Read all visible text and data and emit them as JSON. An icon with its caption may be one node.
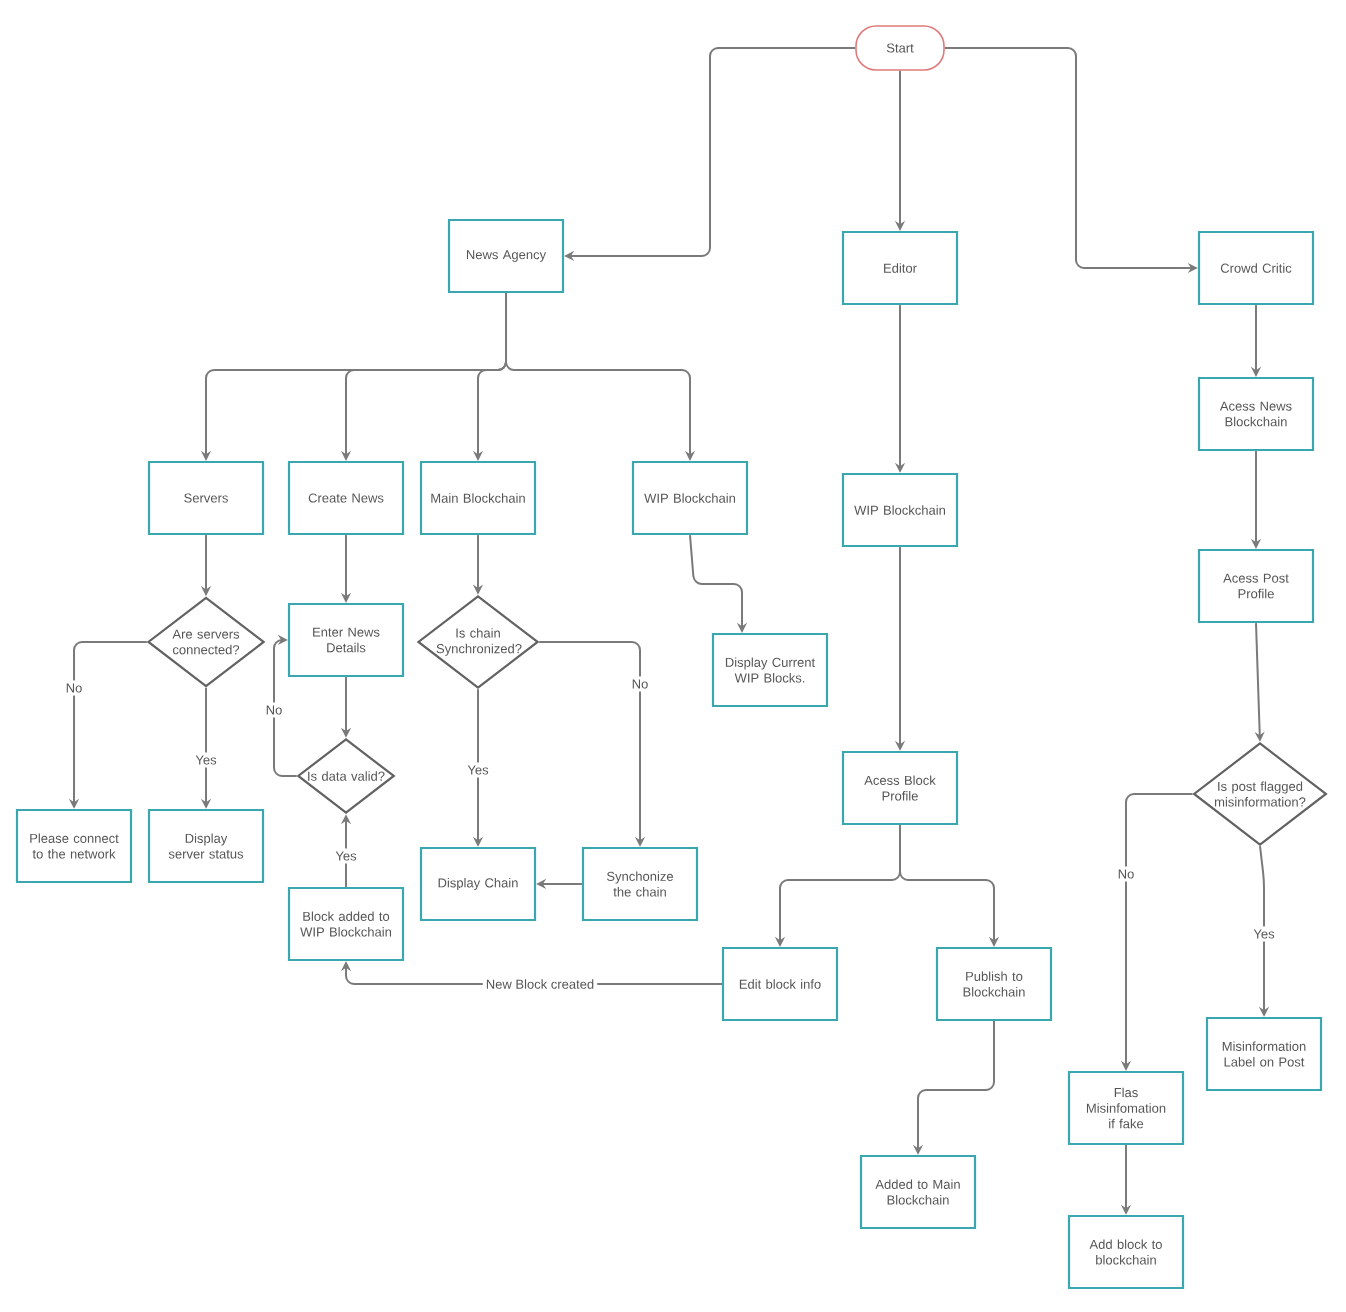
{
  "diagram": {
    "nodes": [
      {
        "text": [
          "Start"
        ]
      },
      {
        "text": [
          "News Agency"
        ]
      },
      {
        "text": [
          "Editor"
        ]
      },
      {
        "text": [
          "Crowd Critic"
        ]
      },
      {
        "text": [
          "Acess News Blockchain"
        ]
      },
      {
        "text": [
          "Servers"
        ]
      },
      {
        "text": [
          "Create News"
        ]
      },
      {
        "text": [
          "Main Blockchain"
        ]
      },
      {
        "text": [
          "WIP Blockchain"
        ]
      },
      {
        "text": [
          "WIP Blockchain"
        ]
      },
      {
        "text": [
          "Acess Post Profile"
        ]
      },
      {
        "text": [
          "Are servers connected?"
        ]
      },
      {
        "text": [
          "Enter News Details"
        ]
      },
      {
        "text": [
          "Is chain Synchronized?"
        ]
      },
      {
        "text": [
          "Display Current WIP Blocks."
        ]
      },
      {
        "text": [
          "Is data valid?"
        ]
      },
      {
        "text": [
          "Acess Block Profile"
        ]
      },
      {
        "text": [
          "Is post flagged misinformation?"
        ]
      },
      {
        "text": [
          "Please connect to the network"
        ]
      },
      {
        "text": [
          "Display server status"
        ]
      },
      {
        "text": [
          "Display Chain"
        ]
      },
      {
        "text": [
          "Synchonize the chain"
        ]
      },
      {
        "text": [
          "Block added to WIP Blockchain"
        ]
      },
      {
        "text": [
          "Edit block info"
        ]
      },
      {
        "text": [
          "Publish to Blockchain"
        ]
      },
      {
        "text": [
          "Misinformation Label on Post"
        ]
      },
      {
        "text": [
          "Flas Misinfomation if fake"
        ]
      },
      {
        "text": [
          "Added to Main Blockchain"
        ]
      },
      {
        "text": [
          "Add block to blockchain"
        ]
      }
    ],
    "edges": [
      {
        "from": 0,
        "to": 1,
        "arrow": "to"
      },
      {
        "from": 0,
        "to": 2,
        "arrow": "to"
      },
      {
        "from": 0,
        "to": 3,
        "arrow": "to"
      },
      {
        "from": 1,
        "to": 5,
        "arrow": "to"
      },
      {
        "from": 1,
        "to": 6,
        "arrow": "to"
      },
      {
        "from": 1,
        "to": 7,
        "arrow": "to"
      },
      {
        "from": 1,
        "to": 8,
        "arrow": "to"
      },
      {
        "from": 5,
        "to": 11,
        "arrow": "to"
      },
      {
        "from": 11,
        "to": 18,
        "arrow": "to",
        "label": "No"
      },
      {
        "from": 11,
        "to": 19,
        "arrow": "to",
        "label": "Yes"
      },
      {
        "from": 6,
        "to": 12,
        "arrow": "to"
      },
      {
        "from": 12,
        "to": 15,
        "arrow": "to"
      },
      {
        "from": 15,
        "to": 12,
        "arrow": "to",
        "label": "No"
      },
      {
        "from": 22,
        "to": 15,
        "arrow": "to",
        "label": "Yes"
      },
      {
        "from": 7,
        "to": 13,
        "arrow": "to"
      },
      {
        "from": 13,
        "to": 20,
        "arrow": "to",
        "label": "Yes"
      },
      {
        "from": 13,
        "to": 21,
        "arrow": "to",
        "label": "No"
      },
      {
        "from": 21,
        "to": 20,
        "arrow": "to"
      },
      {
        "from": 8,
        "to": 14,
        "arrow": "to"
      },
      {
        "from": 2,
        "to": 9,
        "arrow": "to"
      },
      {
        "from": 9,
        "to": 16,
        "arrow": "to"
      },
      {
        "from": 16,
        "to": 23,
        "arrow": "to"
      },
      {
        "from": 16,
        "to": 24,
        "arrow": "to"
      },
      {
        "from": 24,
        "to": 27,
        "arrow": "to"
      },
      {
        "from": 23,
        "to": 22,
        "arrow": "to",
        "label": "New Block created"
      },
      {
        "from": 3,
        "to": 4,
        "arrow": "to"
      },
      {
        "from": 4,
        "to": 10,
        "arrow": "to"
      },
      {
        "from": 10,
        "to": 17,
        "arrow": "to"
      },
      {
        "from": 17,
        "to": 26,
        "arrow": "to",
        "label": "No"
      },
      {
        "from": 17,
        "to": 25,
        "arrow": "to",
        "label": "Yes"
      },
      {
        "from": 26,
        "to": 28,
        "arrow": "to"
      }
    ]
  }
}
